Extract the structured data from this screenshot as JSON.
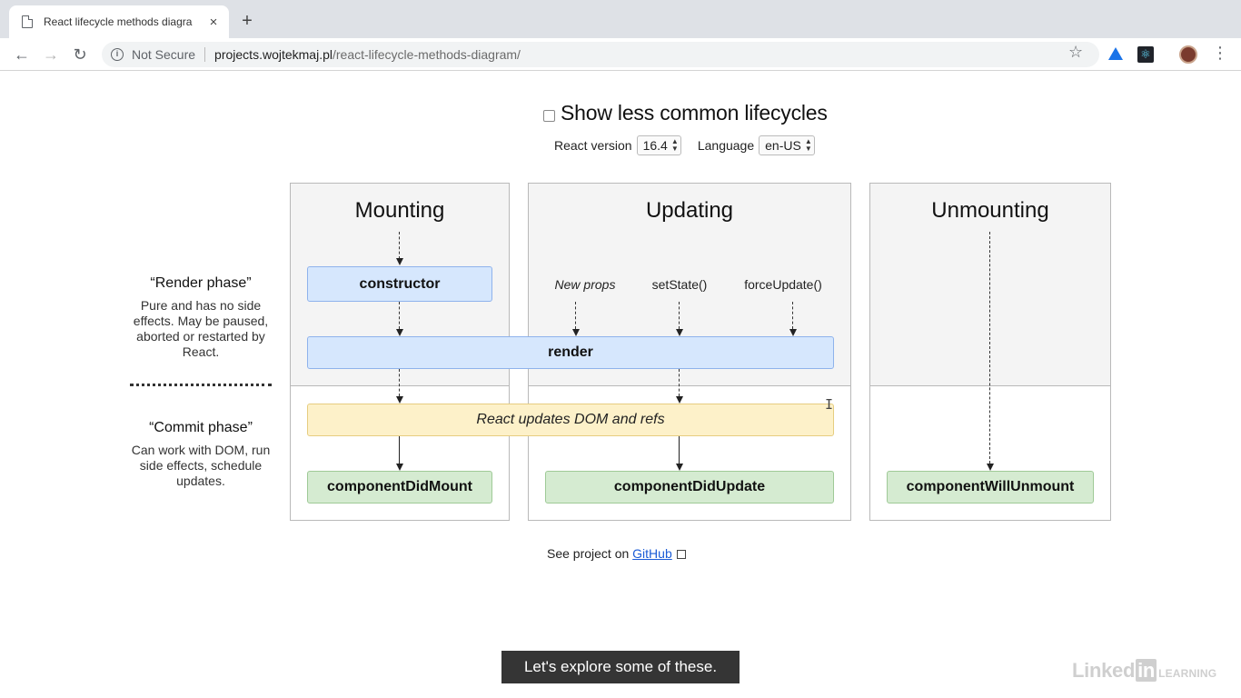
{
  "browser": {
    "tab_title": "React lifecycle methods diagra",
    "tab_close": "×",
    "new_tab": "+",
    "url_security": "Not Secure",
    "url_host": "projects.wojtekmaj.pl",
    "url_path": "/react-lifecycle-methods-diagram/"
  },
  "options": {
    "show_less_common_label": "Show less common lifecycles",
    "show_less_common_checked": false,
    "react_version_label": "React version",
    "react_version_value": "16.4",
    "language_label": "Language",
    "language_value": "en-US"
  },
  "phases": {
    "render": {
      "title": "“Render phase”",
      "description": "Pure and has no side effects. May be paused, aborted or restarted by React."
    },
    "commit": {
      "title": "“Commit phase”",
      "description": "Can work with DOM, run side effects, schedule updates."
    }
  },
  "columns": {
    "mounting": "Mounting",
    "updating": "Updating",
    "unmounting": "Unmounting"
  },
  "triggers": {
    "new_props": "New props",
    "set_state": "setState()",
    "force_update": "forceUpdate()"
  },
  "methods": {
    "constructor": "constructor",
    "render": "render",
    "react_updates": "React updates DOM and refs",
    "did_mount": "componentDidMount",
    "did_update": "componentDidUpdate",
    "will_unmount": "componentWillUnmount"
  },
  "footer": {
    "see_project": "See project on ",
    "github": "GitHub"
  },
  "overlay": {
    "caption": "Let's explore some of these.",
    "watermark_linked": "Linked",
    "watermark_in": "in",
    "watermark_learning": "LEARNING"
  }
}
